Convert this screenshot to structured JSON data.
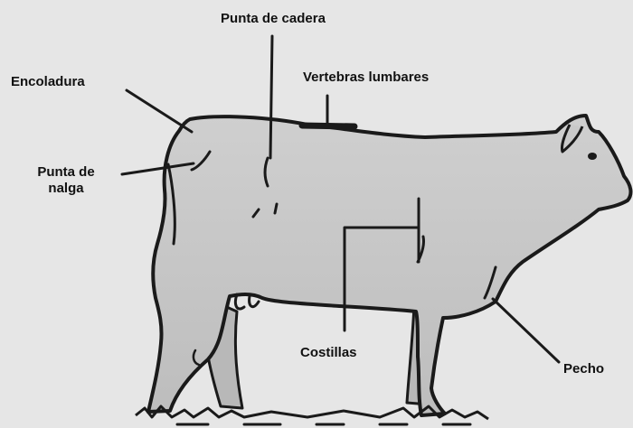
{
  "colors": {
    "background": "#e6e6e6",
    "body_fill": "#c9c9c9",
    "outline": "#1a1a1a",
    "text": "#111111"
  },
  "labels": {
    "punta_cadera": "Punta de cadera",
    "vertebras_lumbares": "Vertebras lumbares",
    "encoladura": "Encoladura",
    "punta_nalga_line1": "Punta de",
    "punta_nalga_line2": "nalga",
    "costillas": "Costillas",
    "pecho": "Pecho"
  }
}
